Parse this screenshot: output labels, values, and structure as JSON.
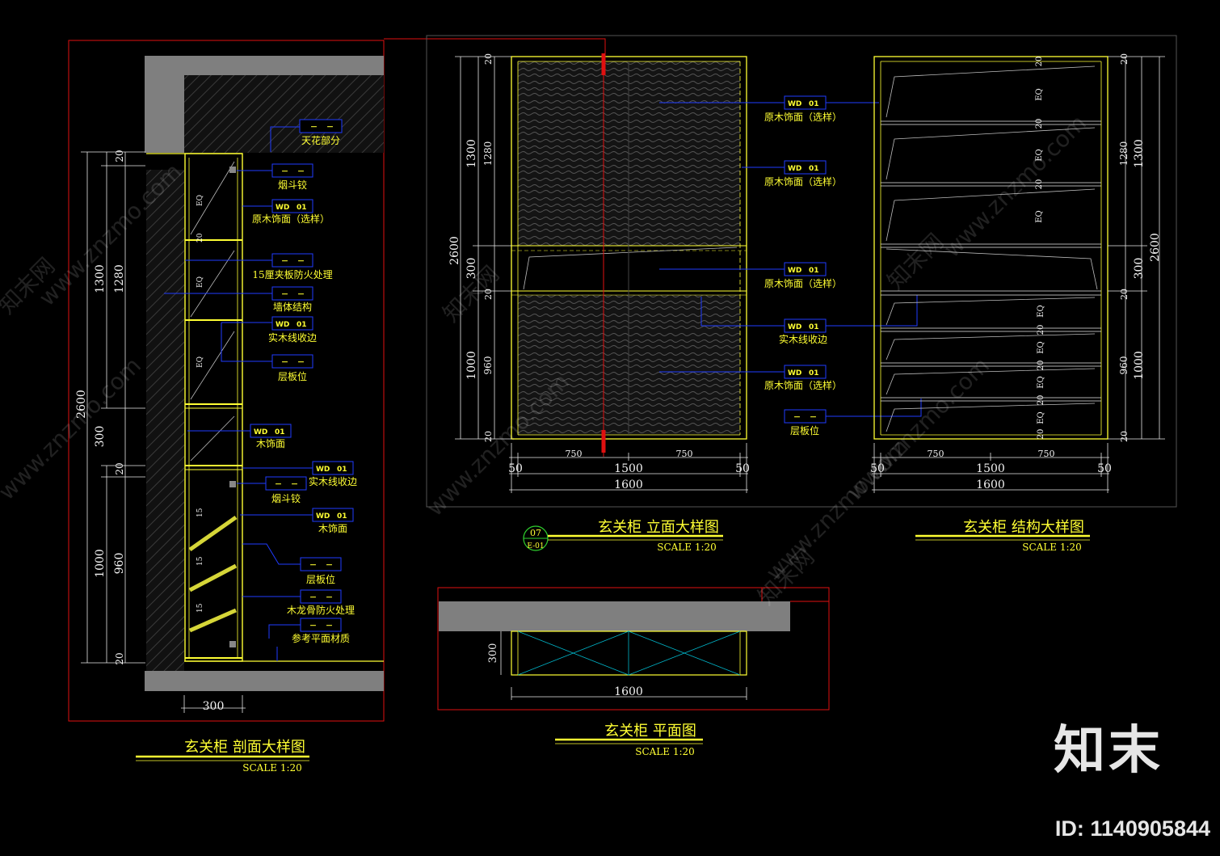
{
  "tags": {
    "wd": "WD",
    "n01": "01",
    "dash": "－"
  },
  "section": {
    "title": "玄关柜 剖面大样图",
    "scale": "SCALE 1:20",
    "labels": {
      "ceiling": "天花部分",
      "hinge1": "烟斗铰",
      "veneer1": "原木饰面（选样）",
      "plywood": "15厘夹板防火处理",
      "wall": "墙体结构",
      "solid_edge1": "实木线收边",
      "shelf1": "层板位",
      "wood_face1": "木饰面",
      "solid_edge2": "实木线收边",
      "hinge2": "烟斗铰",
      "wood_face2": "木饰面",
      "shelf2": "层板位",
      "keel": "木龙骨防火处理",
      "ref_plan": "参考平面材质"
    },
    "dims": {
      "total": "2600",
      "upper": "1300",
      "upper_inner": "1280",
      "mid": "300",
      "lower": "1000",
      "lower_inner": "960",
      "d20a": "20",
      "d20b": "20",
      "d20c": "20",
      "width": "300",
      "eq": "EQ",
      "d15": "15"
    }
  },
  "elevation": {
    "title": "玄关柜 立面大样图",
    "scale": "SCALE 1:20",
    "ref_num": "07",
    "ref_sheet": "E-01",
    "labels": {
      "veneer1": "原木饰面（选样）",
      "veneer2": "原木饰面（选样）",
      "veneer3": "原木饰面（选样）",
      "solid_edge": "实木线收边",
      "veneer4": "原木饰面（选样）",
      "shelf": "层板位"
    },
    "dims": {
      "total": "2600",
      "upper": "1300",
      "upper_inner": "1280",
      "mid": "300",
      "lower": "1000",
      "lower_inner": "960",
      "d20": "20",
      "half_a": "750",
      "half_b": "750",
      "inner": "1500",
      "side_a": "50",
      "side_b": "50",
      "overall": "1600"
    }
  },
  "structure": {
    "title": "玄关柜 结构大样图",
    "scale": "SCALE 1:20",
    "dims": {
      "total": "2600",
      "upper": "1300",
      "upper_inner": "1280",
      "mid": "300",
      "lower": "1000",
      "lower_inner": "960",
      "d20": "20",
      "eq": "EQ",
      "half_a": "750",
      "half_b": "750",
      "inner": "1500",
      "side_a": "50",
      "side_b": "50",
      "overall": "1600"
    }
  },
  "plan": {
    "title": "玄关柜 平面图",
    "scale": "SCALE 1:20",
    "dims": {
      "depth": "300",
      "width": "1600"
    }
  },
  "watermark": {
    "text": "www.znzmo.com",
    "brand_cn": "知末网",
    "logo": "知末",
    "id": "ID: 1140905844"
  },
  "colors": {
    "background": "#000000",
    "text": "#ffff33",
    "leader": "#1f3bff",
    "frame": "#e01010",
    "dimension": "#e8e8e8",
    "wall_fill": "#7f7f7f",
    "plan_cross": "#00b4c8"
  }
}
